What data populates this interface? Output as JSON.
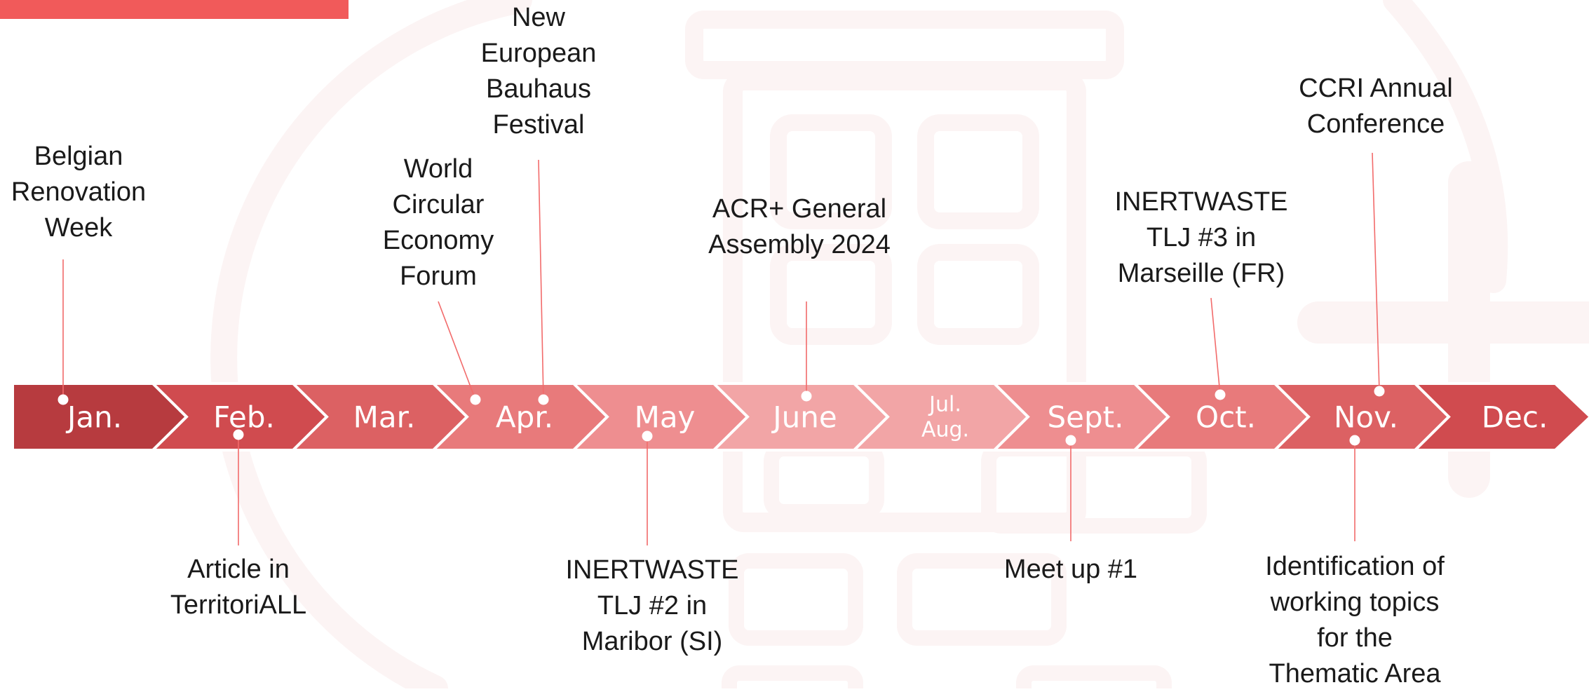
{
  "colors": {
    "accent": "#f15a5a",
    "watermark": "#fcf4f4",
    "connector": "#f26b6b",
    "month_text": "#ffffff",
    "label_text": "#1a1a1a"
  },
  "months": [
    {
      "label": "Jan.",
      "fill": "#b73b3f"
    },
    {
      "label": "Feb.",
      "fill": "#d04b4f"
    },
    {
      "label": "Mar.",
      "fill": "#dc6163"
    },
    {
      "label": "Apr.",
      "fill": "#e87a7b"
    },
    {
      "label": "May",
      "fill": "#ee8e90"
    },
    {
      "label": "June",
      "fill": "#f2a5a6"
    },
    {
      "label": "Jul. Aug.",
      "fill": "#f2a5a6"
    },
    {
      "label": "Sept.",
      "fill": "#ee8e90"
    },
    {
      "label": "Oct.",
      "fill": "#e87a7b"
    },
    {
      "label": "Nov.",
      "fill": "#dc6163"
    },
    {
      "label": "Dec.",
      "fill": "#d04b4f"
    }
  ],
  "events_above": [
    {
      "name": "event-belgian-renovation-week",
      "text": "Belgian Renovation Week",
      "month": "Jan."
    },
    {
      "name": "event-world-circular-economy-forum",
      "text": "World Circular Economy Forum",
      "month": "Apr."
    },
    {
      "name": "event-new-european-bauhaus-festival",
      "text": "New European Bauhaus Festival",
      "month": "Apr."
    },
    {
      "name": "event-acr-general-assembly",
      "text": "ACR+ General Assembly 2024",
      "month": "June"
    },
    {
      "name": "event-inertwaste-tlj3",
      "text": "INERTWASTE TLJ #3 in Marseille (FR)",
      "month": "Oct."
    },
    {
      "name": "event-ccri-annual-conference",
      "text": "CCRI Annual Conference",
      "month": "Nov."
    }
  ],
  "events_below": [
    {
      "name": "event-article-territoriall",
      "text": "Article in TerritoriALL",
      "month": "Feb."
    },
    {
      "name": "event-inertwaste-tlj2",
      "text": "INERTWASTE TLJ #2 in Maribor (SI)",
      "month": "May"
    },
    {
      "name": "event-meet-up-1",
      "text": "Meet up #1",
      "month": "Sept."
    },
    {
      "name": "event-identification-working-topics",
      "text": "Identification of working topics for the Thematic Area",
      "month": "Nov."
    }
  ]
}
